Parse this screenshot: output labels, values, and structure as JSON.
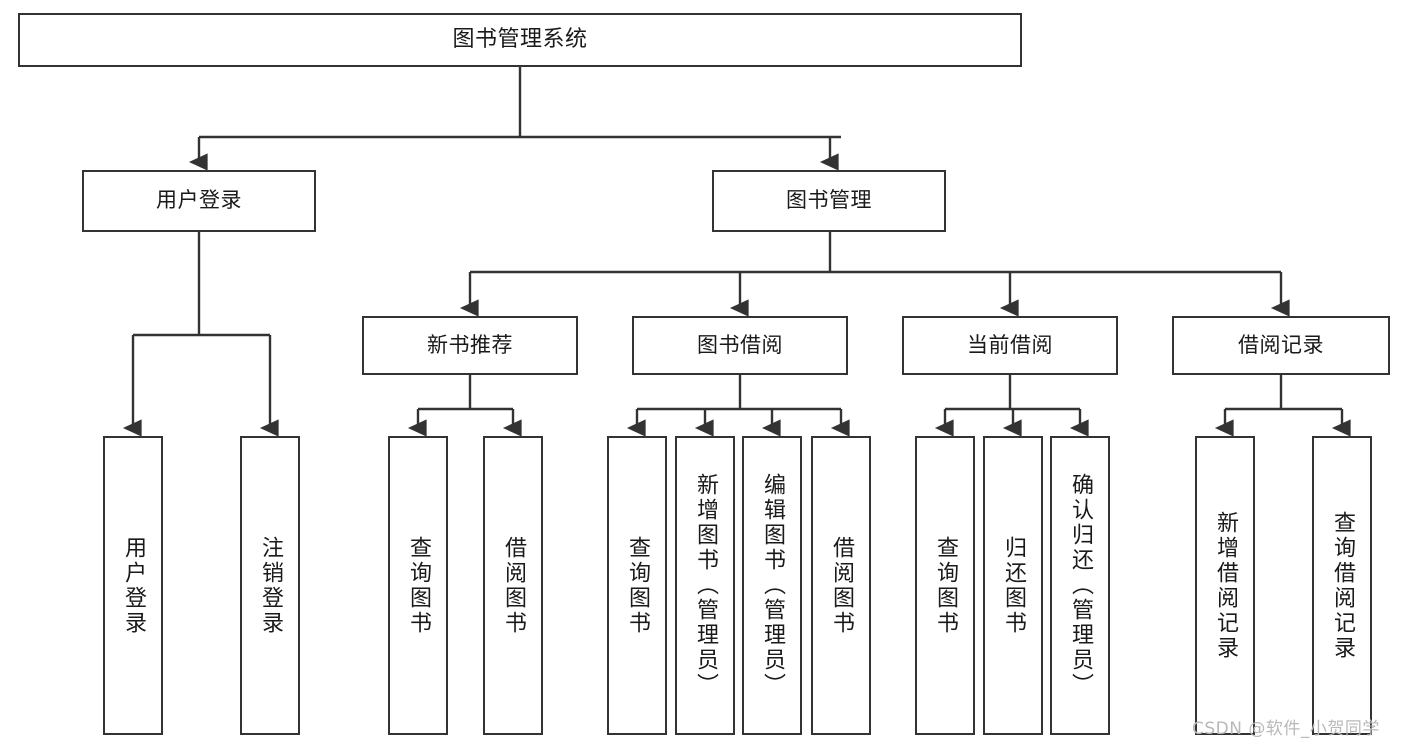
{
  "diagram": {
    "title": "图书管理系统",
    "type": "tree-hierarchy-chart",
    "watermark": "CSDN @软件_小贺同学",
    "accent_color": "#333333",
    "background_color": "#ffffff",
    "nodes": {
      "root": {
        "label": "图书管理系统"
      },
      "level2": [
        {
          "id": "user-login",
          "label": "用户登录"
        },
        {
          "id": "book-management",
          "label": "图书管理"
        }
      ],
      "level3": [
        {
          "id": "new-book-recommend",
          "label": "新书推荐"
        },
        {
          "id": "book-borrow",
          "label": "图书借阅"
        },
        {
          "id": "current-borrow",
          "label": "当前借阅"
        },
        {
          "id": "borrow-record",
          "label": "借阅记录"
        }
      ],
      "leaves": {
        "user_login": [
          {
            "id": "leaf-user-login",
            "label": "用户登录"
          },
          {
            "id": "leaf-logout-login",
            "label": "注销登录"
          }
        ],
        "new_book_recommend": [
          {
            "id": "leaf-query-book-1",
            "label": "查询图书"
          },
          {
            "id": "leaf-borrow-book-1",
            "label": "借阅图书"
          }
        ],
        "book_borrow": [
          {
            "id": "leaf-query-book-2",
            "label": "查询图书"
          },
          {
            "id": "leaf-add-book",
            "label": "新增图书（管理员）"
          },
          {
            "id": "leaf-edit-book",
            "label": "编辑图书（管理员）"
          },
          {
            "id": "leaf-borrow-book-2",
            "label": "借阅图书"
          }
        ],
        "current_borrow": [
          {
            "id": "leaf-query-book-3",
            "label": "查询图书"
          },
          {
            "id": "leaf-return-book",
            "label": "归还图书"
          },
          {
            "id": "leaf-confirm-return",
            "label": "确认归还（管理员）"
          }
        ],
        "borrow_record": [
          {
            "id": "leaf-add-record",
            "label": "新增借阅记录"
          },
          {
            "id": "leaf-query-record",
            "label": "查询借阅记录"
          }
        ]
      }
    }
  }
}
